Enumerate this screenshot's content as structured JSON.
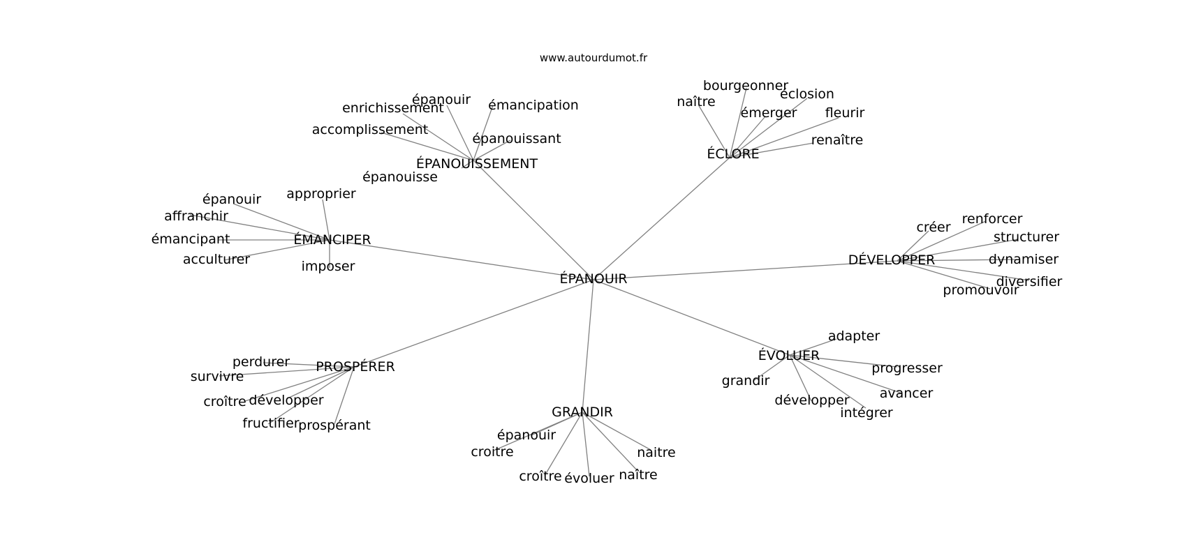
{
  "source": "www.autourdumot.fr",
  "center": "ÉPANOUIR",
  "clusters": [
    {
      "hub": "ÉPANOUISSEMENT",
      "words": [
        "épanouir",
        "émancipation",
        "enrichissement",
        "accomplissement",
        "épanouissant",
        "épanouisse"
      ]
    },
    {
      "hub": "ÉCLORE",
      "words": [
        "bourgeonner",
        "éclosion",
        "naître",
        "émerger",
        "fleurir",
        "renaître"
      ]
    },
    {
      "hub": "ÉMANCIPER",
      "words": [
        "épanouir",
        "approprier",
        "affranchir",
        "émancipant",
        "acculturer",
        "imposer"
      ]
    },
    {
      "hub": "DÉVELOPPER",
      "words": [
        "créer",
        "renforcer",
        "structurer",
        "dynamiser",
        "diversifier",
        "promouvoir"
      ]
    },
    {
      "hub": "ÉVOLUER",
      "words": [
        "adapter",
        "progresser",
        "grandir",
        "avancer",
        "développer",
        "intégrer"
      ]
    },
    {
      "hub": "PROSPÉRER",
      "words": [
        "perdurer",
        "survivre",
        "croître",
        "développer",
        "fructifier",
        "prospérant"
      ]
    },
    {
      "hub": "GRANDIR",
      "words": [
        "épanouir",
        "croitre",
        "naitre",
        "croître",
        "évoluer",
        "naître"
      ]
    }
  ]
}
